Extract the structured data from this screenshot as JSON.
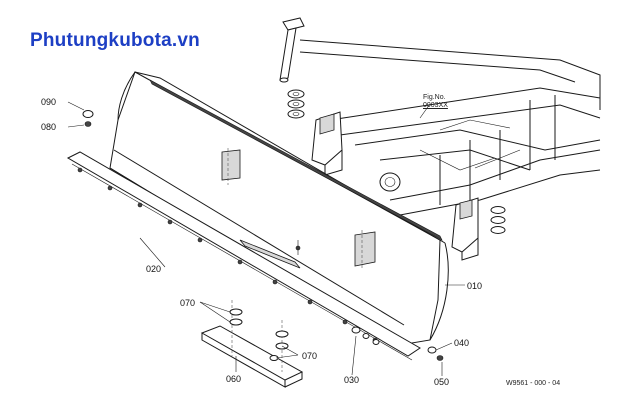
{
  "watermark": "Phutungkubota.vn",
  "figure": {
    "label": "Fig.No.",
    "number": "0003XX"
  },
  "drawing_code": "W9561 - 000 - 04",
  "parts": {
    "p010": "010",
    "p020": "020",
    "p030": "030",
    "p040": "040",
    "p050": "050",
    "p060": "060",
    "p070a": "070",
    "p070b": "070",
    "p080": "080",
    "p090": "090"
  },
  "colors": {
    "watermark": "#1d3fc4",
    "line": "#1a1a1a"
  }
}
